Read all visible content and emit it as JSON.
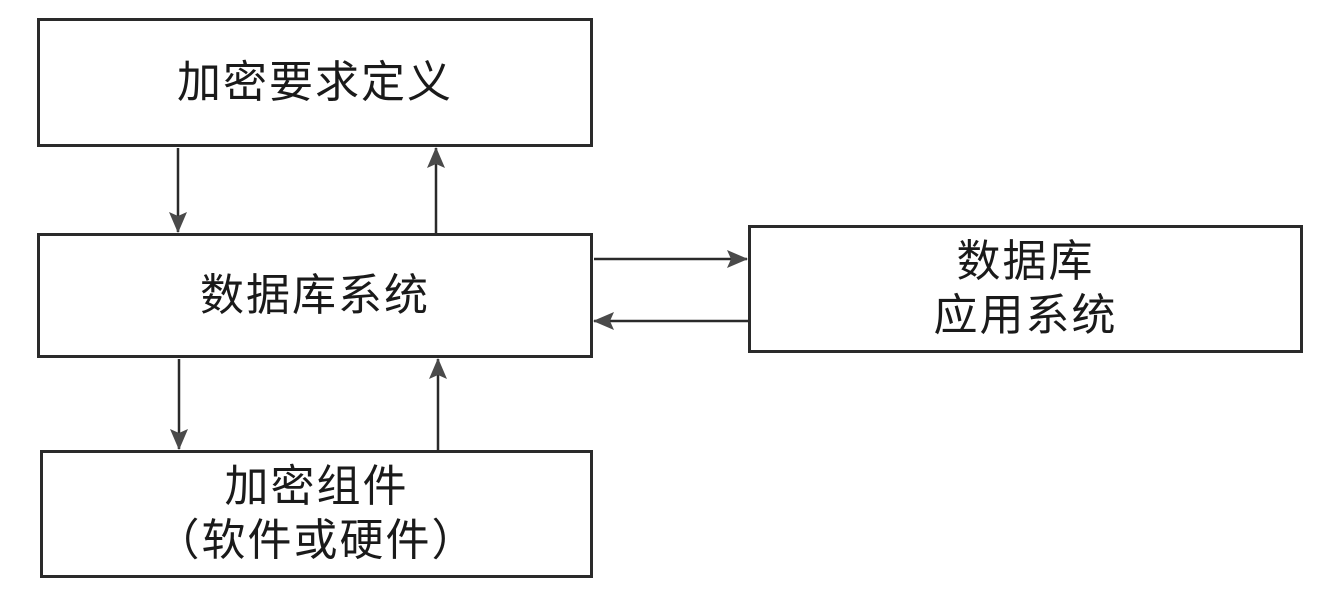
{
  "diagram": {
    "nodes": {
      "encryption_requirements": {
        "lines": [
          "加密要求定义"
        ]
      },
      "database_system": {
        "lines": [
          "数据库系统"
        ]
      },
      "database_application_system": {
        "lines": [
          "数据库",
          "应用系统"
        ]
      },
      "encryption_component": {
        "lines": [
          "加密组件",
          "（软件或硬件）"
        ]
      }
    },
    "edges": [
      {
        "from": "encryption_requirements",
        "to": "database_system"
      },
      {
        "from": "database_system",
        "to": "encryption_requirements"
      },
      {
        "from": "database_system",
        "to": "encryption_component"
      },
      {
        "from": "encryption_component",
        "to": "database_system"
      },
      {
        "from": "database_system",
        "to": "database_application_system"
      },
      {
        "from": "database_application_system",
        "to": "database_system"
      }
    ],
    "colors": {
      "stroke": "#2a2a2a",
      "arrow": "#4a4a4a",
      "background": "#ffffff"
    }
  }
}
